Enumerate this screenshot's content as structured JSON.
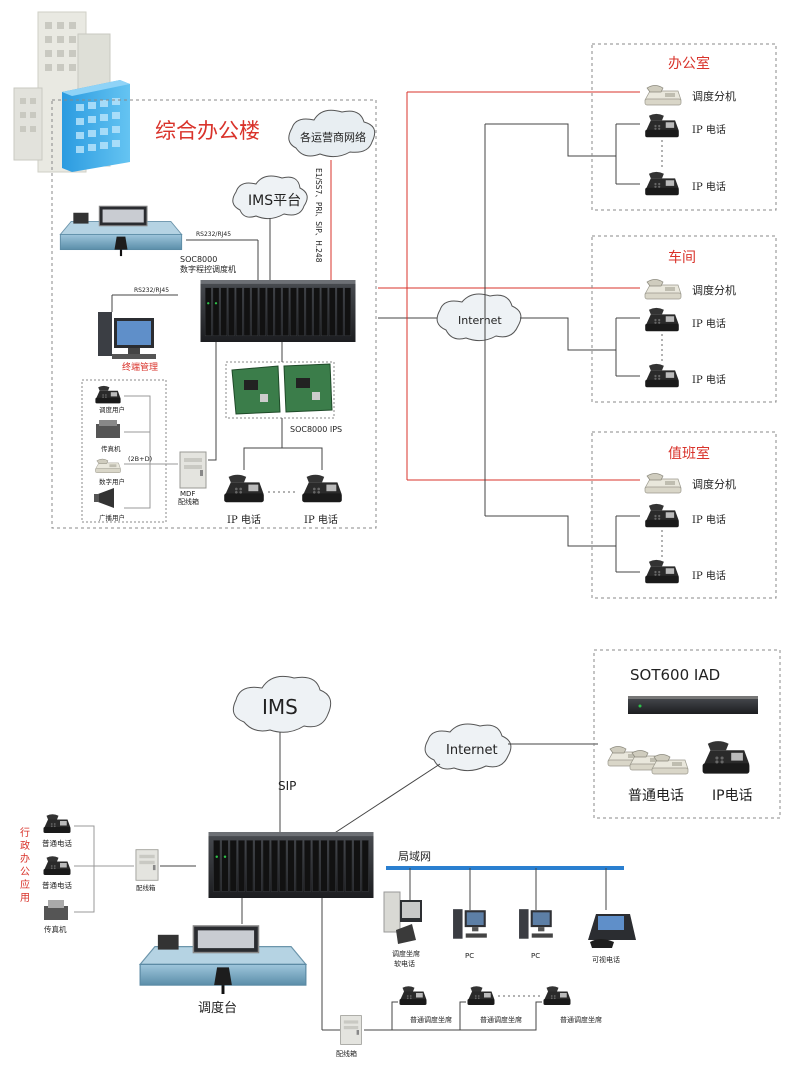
{
  "top": {
    "building_title": "综合办公楼",
    "carrier_cloud": "各运营商网络",
    "carrier_link": "E1/SS7、PRI、SIP、H.248",
    "ims_cloud": "IMS平台",
    "rs232_top": "RS232/RJ45",
    "rs232_left": "RS232/RJ45",
    "switch_model": "SOC8000",
    "switch_desc": "数字程控调度机",
    "terminal_mgmt": "终端管理",
    "ips_label": "SOC8000 IPS",
    "user_dispatch": "调度用户",
    "user_fax": "传真机",
    "user_digital": "数字用户",
    "user_broadcast": "广播用户",
    "link_2bd": "(2B+D)",
    "mdf_name": "MDF",
    "mdf_desc": "配线箱",
    "ip_phone_1": "IP 电话",
    "ip_phone_2": "IP 电话",
    "internet_cloud": "Internet",
    "sites": [
      {
        "name": "办公室",
        "dispatch": "调度分机",
        "ip1": "IP 电话",
        "ip2": "IP 电话"
      },
      {
        "name": "车间",
        "dispatch": "调度分机",
        "ip1": "IP 电话",
        "ip2": "IP 电话"
      },
      {
        "name": "值班室",
        "dispatch": "调度分机",
        "ip1": "IP 电话",
        "ip2": "IP 电话"
      }
    ]
  },
  "bottom": {
    "ims_cloud": "IMS",
    "sip_label": "SIP",
    "internet_cloud": "Internet",
    "iad_title": "SOT600 IAD",
    "iad_plain_phone": "普通电话",
    "iad_ip_phone": "IP电话",
    "admin_side_label": "行政办公应用",
    "admin_phone_1": "普通电话",
    "admin_phone_2": "普通电话",
    "admin_fax": "传真机",
    "mdf_left": "配线箱",
    "lan_label": "局域网",
    "console_label": "调度台",
    "soft_phone_1": "调度坐席",
    "soft_phone_2": "软电话",
    "pc_1": "PC",
    "pc_2": "PC",
    "video_phone": "可视电话",
    "seat_1": "普通调度坐席",
    "seat_2": "普通调度坐席",
    "seat_3": "普通调度坐席",
    "mdf_bottom": "配线箱"
  }
}
